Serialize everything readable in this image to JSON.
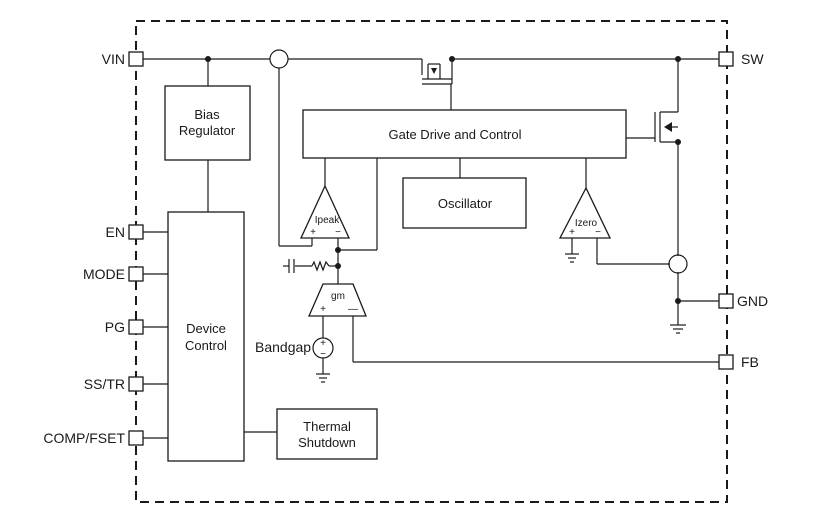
{
  "pins": {
    "vin": "VIN",
    "sw": "SW",
    "en": "EN",
    "mode": "MODE",
    "pg": "PG",
    "ss_tr": "SS/TR",
    "comp_fset": "COMP/FSET",
    "gnd": "GND",
    "fb": "FB"
  },
  "blocks": {
    "bias_regulator": [
      "Bias",
      "Regulator"
    ],
    "gate_drive": "Gate Drive and Control",
    "oscillator": "Oscillator",
    "device_control": [
      "Device",
      "Control"
    ],
    "thermal_shutdown": [
      "Thermal",
      "Shutdown"
    ]
  },
  "comparators": {
    "ipeak": "Ipeak",
    "izero": "Izero"
  },
  "amplifier": {
    "gm": "gm"
  },
  "reference": {
    "bandgap": "Bandgap"
  },
  "signs": {
    "plus": "+",
    "minus": "−",
    "ipeak_plus": "+",
    "ipeak_minus": "−",
    "izero_plus": "+",
    "izero_minus": "−",
    "gm_plus": "+",
    "gm_minus": "—"
  }
}
